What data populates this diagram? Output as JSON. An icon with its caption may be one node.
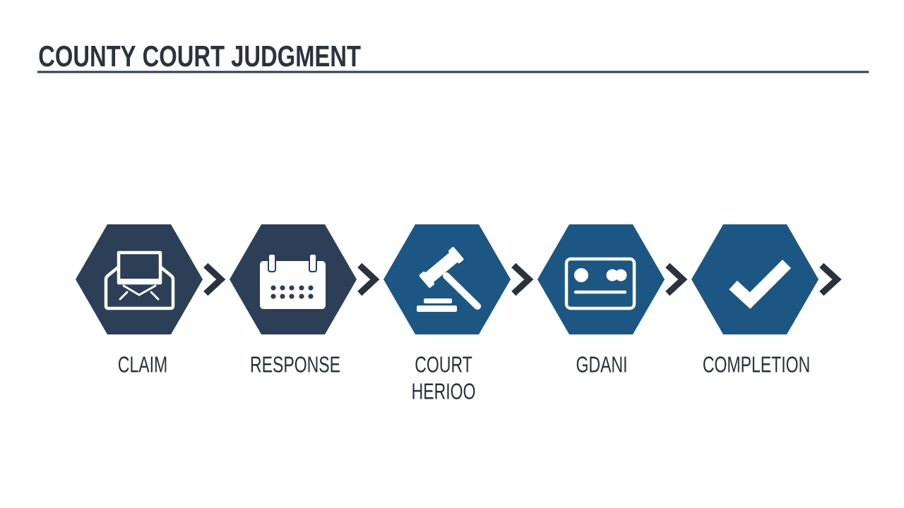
{
  "diagram": {
    "title": "COUNTY COURT JUDGMENT",
    "nodes": [
      {
        "text": [
          "CLAIM"
        ]
      },
      {
        "text": [
          "RESPONSE"
        ]
      },
      {
        "text": [
          "COURT HERIOO"
        ]
      },
      {
        "text": [
          "GDANI"
        ]
      },
      {
        "text": [
          "COMPLETION"
        ]
      }
    ],
    "edges": [
      {
        "from": 0,
        "to": 1,
        "arrow": "to"
      },
      {
        "from": 1,
        "to": 2,
        "arrow": "to"
      },
      {
        "from": 2,
        "to": 3,
        "arrow": "to"
      },
      {
        "from": 3,
        "to": 4,
        "arrow": "to"
      },
      {
        "from": 4,
        "to": null,
        "arrow": "to"
      }
    ]
  }
}
